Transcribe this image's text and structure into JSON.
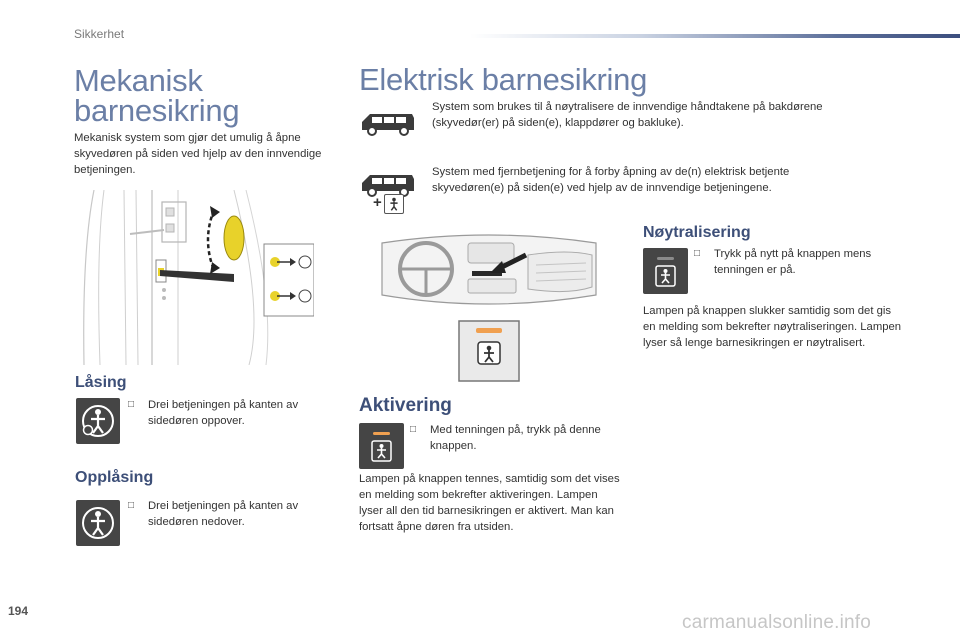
{
  "header": {
    "section": "Sikkerhet"
  },
  "mechanical": {
    "title": "Mekanisk barnesikring",
    "intro": "Mekanisk system som gjør det umulig å åpne skyvedøren på siden ved hjelp av den innvendige betjeningen.",
    "locking": {
      "title": "Låsing",
      "text": "Drei betjeningen på kanten av sidedøren oppover."
    },
    "unlocking": {
      "title": "Opplåsing",
      "text": "Drei betjeningen på kanten av sidedøren nedover."
    }
  },
  "electric": {
    "title": "Elektrisk barnesikring",
    "van_text": "System som brukes til å nøytralisere de innvendige håndtakene på bakdørene (skyvedør(er) på siden(e), klappdører og bakluke).",
    "van_plus": "+",
    "remote_text": "System med fjernbetjening for å forby åpning av de(n) elektrisk betjente skyvedøren(e) på siden(e) ved hjelp av de innvendige betjeningene.",
    "activation": {
      "title": "Aktivering",
      "bullet": "Med tenningen på, trykk på denne knappen.",
      "text": "Lampen på knappen tennes, samtidig som det vises en melding som bekrefter aktiveringen. Lampen lyser all den tid barnesikringen er aktivert. Man kan fortsatt åpne døren fra utsiden."
    },
    "neutralisation": {
      "title": "Nøytralisering",
      "bullet": "Trykk på nytt på knappen mens tenningen er på.",
      "text": "Lampen på knappen slukker samtidig som det gis en melding som bekrefter nøytraliseringen. Lampen lyser så lenge barnesikringen er nøytralisert."
    }
  },
  "bullet_mark": "□",
  "footer": {
    "page_number": "194",
    "watermark": "carmanualsonline.info"
  },
  "colors": {
    "title": "#6b7fa6",
    "subtitle": "#3d4f78",
    "icon_bg": "#454545",
    "lamp": "#f0a050",
    "lock_yellow": "#e8d22a"
  },
  "icons": [
    "van-icon",
    "child-lock-icon",
    "child-lock-rotate-icon",
    "child-unlock-icon",
    "child-lock-button-icon",
    "dashboard-illustration",
    "door-edge-illustration"
  ]
}
